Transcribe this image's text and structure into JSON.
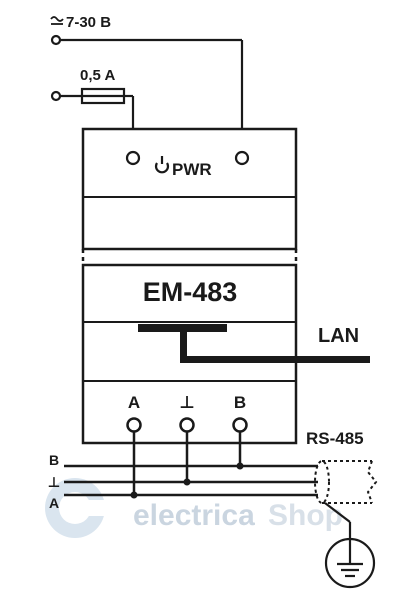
{
  "power": {
    "supply_label": "7-30 B",
    "fuse_label": "0,5 A",
    "pwr_label": "PWR"
  },
  "device": {
    "model": "EM-483"
  },
  "lan": {
    "label": "LAN"
  },
  "rs485": {
    "label": "RS-485",
    "terminals": [
      "A",
      "⊥",
      "B"
    ],
    "bus_lines": [
      "B",
      "⊥",
      "A"
    ]
  },
  "watermark": {
    "text_a": "electrica",
    "text_b": "Shop",
    "color_a": "#9fb3c8",
    "color_b": "#b9c7d6"
  },
  "icons": {
    "supply": "ac-dc-symbol-icon",
    "power": "power-icon",
    "ground": "ground-icon",
    "fuse": "fuse-icon"
  },
  "colors": {
    "ink": "#1a1a1a",
    "background": "#ffffff"
  }
}
